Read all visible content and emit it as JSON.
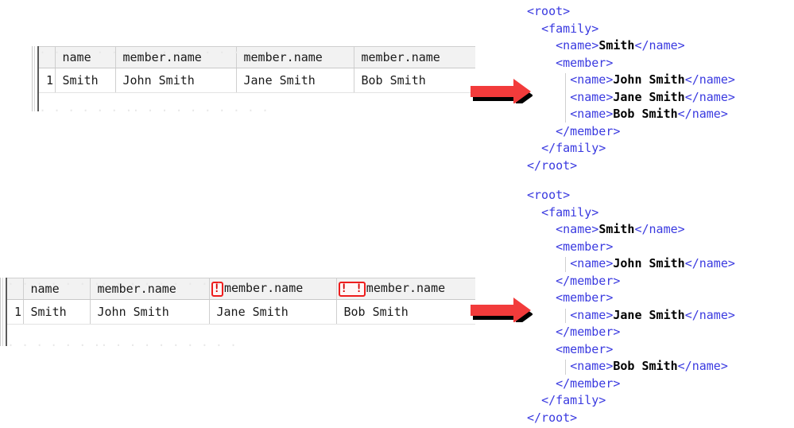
{
  "tables": [
    {
      "id": "table-top",
      "columns": [
        "name",
        "member.name",
        "member.name",
        "member.name"
      ],
      "markers": [
        "",
        "",
        "",
        ""
      ],
      "rows": [
        {
          "num": "1",
          "cells": [
            "Smith",
            "John Smith",
            "Jane Smith",
            "Bob Smith"
          ]
        }
      ]
    },
    {
      "id": "table-bottom",
      "columns": [
        "name",
        "member.name",
        "member.name",
        "member.name"
      ],
      "markers": [
        "",
        "",
        "!",
        "! !"
      ],
      "rows": [
        {
          "num": "1",
          "cells": [
            "Smith",
            "John Smith",
            "Jane Smith",
            "Bob Smith"
          ]
        }
      ]
    }
  ],
  "arrows": [
    {
      "name": "arrow-top",
      "direction": "right",
      "color": "#f23b3b",
      "shadow": "#000000"
    },
    {
      "name": "arrow-bottom",
      "direction": "right",
      "color": "#f23b3b",
      "shadow": "#000000"
    }
  ],
  "xml_blocks": [
    {
      "id": "xml-top",
      "lines": [
        {
          "indent": 0,
          "parts": [
            {
              "t": "tag",
              "s": "<root>"
            }
          ]
        },
        {
          "indent": 1,
          "parts": [
            {
              "t": "tag",
              "s": "<family>"
            }
          ]
        },
        {
          "indent": 2,
          "parts": [
            {
              "t": "tag",
              "s": "<name>"
            },
            {
              "t": "val",
              "s": "Smith"
            },
            {
              "t": "tag",
              "s": "</name>"
            }
          ]
        },
        {
          "indent": 2,
          "parts": [
            {
              "t": "tag",
              "s": "<member>"
            }
          ]
        },
        {
          "indent": 3,
          "parts": [
            {
              "t": "tag",
              "s": "<name>"
            },
            {
              "t": "val",
              "s": "John Smith"
            },
            {
              "t": "tag",
              "s": "</name>"
            }
          ]
        },
        {
          "indent": 3,
          "parts": [
            {
              "t": "tag",
              "s": "<name>"
            },
            {
              "t": "val",
              "s": "Jane Smith"
            },
            {
              "t": "tag",
              "s": "</name>"
            }
          ]
        },
        {
          "indent": 3,
          "parts": [
            {
              "t": "tag",
              "s": "<name>"
            },
            {
              "t": "val",
              "s": "Bob Smith"
            },
            {
              "t": "tag",
              "s": "</name>"
            }
          ]
        },
        {
          "indent": 2,
          "parts": [
            {
              "t": "tag",
              "s": "</member>"
            }
          ]
        },
        {
          "indent": 1,
          "parts": [
            {
              "t": "tag",
              "s": "</family>"
            }
          ]
        },
        {
          "indent": 0,
          "parts": [
            {
              "t": "tag",
              "s": "</root>"
            }
          ]
        }
      ],
      "guides": [
        {
          "fromLine": 4,
          "toLine": 6
        }
      ]
    },
    {
      "id": "xml-bottom",
      "lines": [
        {
          "indent": 0,
          "parts": [
            {
              "t": "tag",
              "s": "<root>"
            }
          ]
        },
        {
          "indent": 1,
          "parts": [
            {
              "t": "tag",
              "s": "<family>"
            }
          ]
        },
        {
          "indent": 2,
          "parts": [
            {
              "t": "tag",
              "s": "<name>"
            },
            {
              "t": "val",
              "s": "Smith"
            },
            {
              "t": "tag",
              "s": "</name>"
            }
          ]
        },
        {
          "indent": 2,
          "parts": [
            {
              "t": "tag",
              "s": "<member>"
            }
          ]
        },
        {
          "indent": 3,
          "parts": [
            {
              "t": "tag",
              "s": "<name>"
            },
            {
              "t": "val",
              "s": "John Smith"
            },
            {
              "t": "tag",
              "s": "</name>"
            }
          ]
        },
        {
          "indent": 2,
          "parts": [
            {
              "t": "tag",
              "s": "</member>"
            }
          ]
        },
        {
          "indent": 2,
          "parts": [
            {
              "t": "tag",
              "s": "<member>"
            }
          ]
        },
        {
          "indent": 3,
          "parts": [
            {
              "t": "tag",
              "s": "<name>"
            },
            {
              "t": "val",
              "s": "Jane Smith"
            },
            {
              "t": "tag",
              "s": "</name>"
            }
          ]
        },
        {
          "indent": 2,
          "parts": [
            {
              "t": "tag",
              "s": "</member>"
            }
          ]
        },
        {
          "indent": 2,
          "parts": [
            {
              "t": "tag",
              "s": "<member>"
            }
          ]
        },
        {
          "indent": 3,
          "parts": [
            {
              "t": "tag",
              "s": "<name>"
            },
            {
              "t": "val",
              "s": "Bob Smith"
            },
            {
              "t": "tag",
              "s": "</name>"
            }
          ]
        },
        {
          "indent": 2,
          "parts": [
            {
              "t": "tag",
              "s": "</member>"
            }
          ]
        },
        {
          "indent": 1,
          "parts": [
            {
              "t": "tag",
              "s": "</family>"
            }
          ]
        },
        {
          "indent": 0,
          "parts": [
            {
              "t": "tag",
              "s": "</root>"
            }
          ]
        }
      ],
      "guides": [
        {
          "fromLine": 4,
          "toLine": 4
        },
        {
          "fromLine": 7,
          "toLine": 7
        },
        {
          "fromLine": 10,
          "toLine": 10
        }
      ]
    }
  ],
  "colors": {
    "tag": "#3a3ae0",
    "value": "#000000",
    "warning_border": "#ee1d1d",
    "warning_text": "#d40000",
    "arrow": "#f23b3b",
    "header_bg": "#f2f2f2",
    "grid_line": "#cfcfcf"
  },
  "ghost_text": ". .  .  .   .  .   ..  .  .   . .  . .   .  .   ."
}
